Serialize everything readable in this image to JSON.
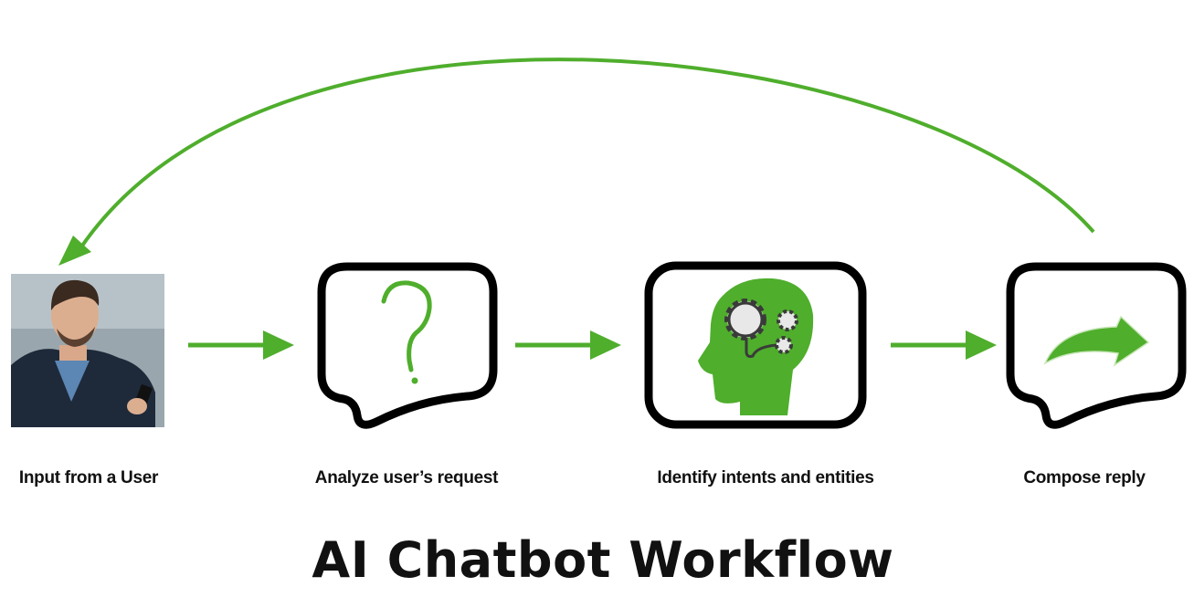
{
  "title": "AI Chatbot Workflow",
  "colors": {
    "accent": "#4fae2c",
    "outline": "#000000",
    "gear": "#3a3a3a"
  },
  "steps": [
    {
      "label": "Input from a User",
      "icon": "user-photo"
    },
    {
      "label": "Analyze user’s request",
      "icon": "question-mark-icon"
    },
    {
      "label": "Identify intents and entities",
      "icon": "head-gears-icon"
    },
    {
      "label": "Compose reply",
      "icon": "reply-arrow-icon"
    }
  ]
}
